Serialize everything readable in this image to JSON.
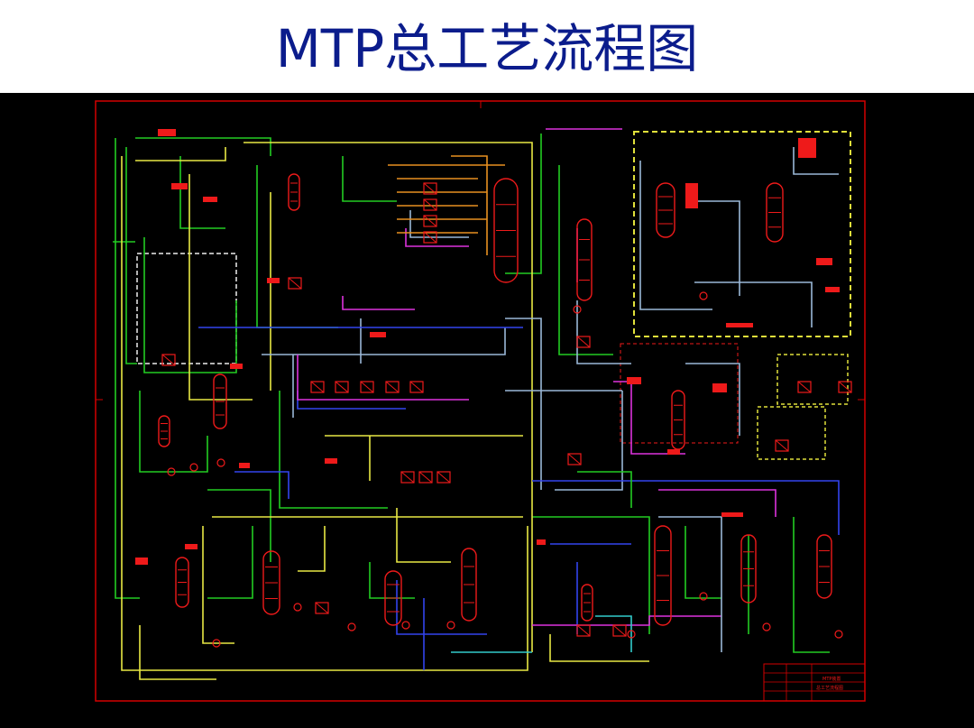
{
  "title": "MTP总工艺流程图",
  "colors": {
    "title": "#0b1c8c",
    "background": "#000000",
    "frame": "#d40000",
    "pipe_green": "#22cc22",
    "pipe_yellow": "#e8e844",
    "pipe_lightblue": "#9ab8d8",
    "pipe_blue": "#3344ee",
    "pipe_magenta": "#dd33dd",
    "pipe_orange": "#e89020",
    "pipe_cyan": "#33cccc",
    "equipment_red": "#ee1a1a",
    "dashed_box_yellow": "#e0e03a",
    "dashed_box_white": "#eeeeee"
  },
  "title_block": {
    "line1": "MTP装置",
    "line2": "总工艺流程图"
  }
}
